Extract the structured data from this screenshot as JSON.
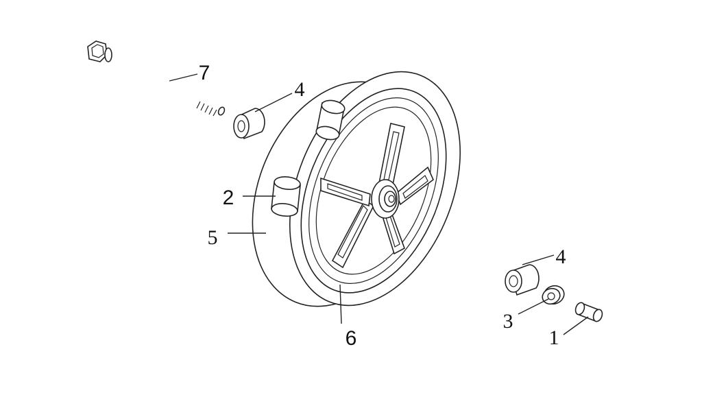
{
  "callouts": {
    "axle": "7",
    "spacer_top": "4",
    "bearing": "2",
    "tire": "5",
    "rim": "6",
    "spacer_right": "4",
    "washer": "3",
    "sleeve": "1"
  }
}
